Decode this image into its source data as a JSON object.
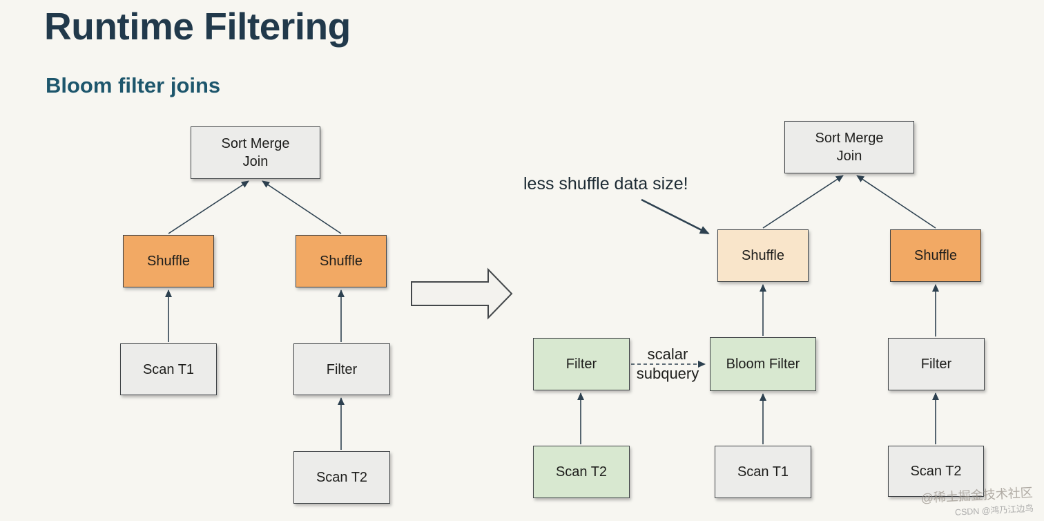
{
  "header": {
    "title": "Runtime Filtering",
    "subtitle": "Bloom filter joins"
  },
  "nodes": {
    "before": {
      "sort_merge_join": "Sort Merge\nJoin",
      "shuffle_left": "Shuffle",
      "shuffle_right": "Shuffle",
      "scan_t1": "Scan T1",
      "filter": "Filter",
      "scan_t2": "Scan T2"
    },
    "after": {
      "sort_merge_join": "Sort Merge\nJoin",
      "shuffle_left": "Shuffle",
      "shuffle_right": "Shuffle",
      "filter_subquery": "Filter",
      "bloom_filter": "Bloom Filter",
      "filter_right": "Filter",
      "scan_t2_subquery": "Scan T2",
      "scan_t1": "Scan T1",
      "scan_t2_right": "Scan T2"
    }
  },
  "annotations": {
    "less_shuffle": "less shuffle data size!",
    "scalar_subquery": "scalar subquery"
  },
  "watermark": {
    "line1": "@稀土掘金技术社区",
    "line2": "CSDN @鸿乃江边鸟"
  },
  "colors": {
    "background": "#f7f6f1",
    "title": "#21394b",
    "subtitle": "#1d566c",
    "box_gray": "#ececea",
    "box_orange": "#f2a964",
    "box_peach": "#f9e5ca",
    "box_green": "#d8e8d0",
    "edge": "#2d4150"
  }
}
